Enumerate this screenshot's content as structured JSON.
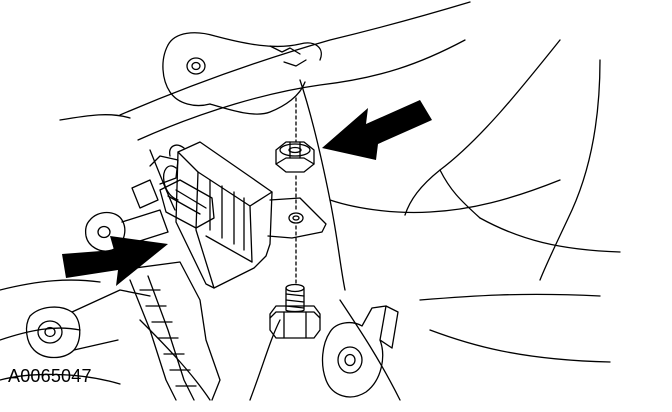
{
  "figure": {
    "id_label": "A0065047",
    "colors": {
      "line": "#000000",
      "fill": "#ffffff",
      "arrow": "#000000"
    },
    "callouts": [
      {
        "name": "arrow-to-nut",
        "points_to": "retaining-nut"
      },
      {
        "name": "arrow-to-sensor",
        "points_to": "sensor-module"
      }
    ]
  }
}
